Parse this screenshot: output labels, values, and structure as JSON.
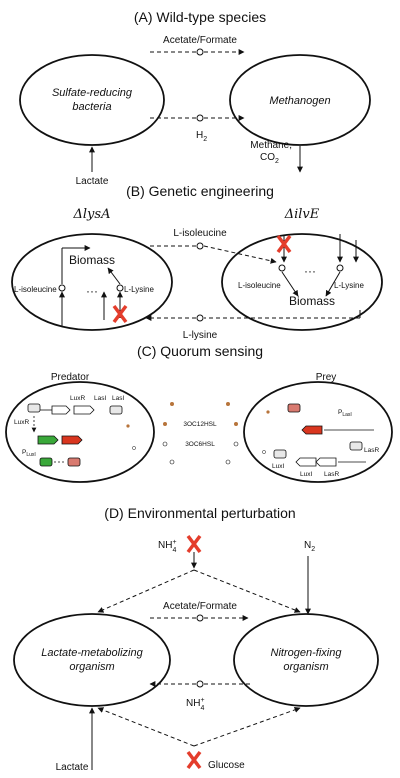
{
  "panels": {
    "a": {
      "title": "(A) Wild-type species",
      "left_cell": [
        "Sulfate-reducing",
        "bacteria"
      ],
      "right_cell": "Methanogen",
      "top_flux": "Acetate/Formate",
      "bottom_flux": "H",
      "bottom_flux_sub": "2",
      "input": "Lactate",
      "output": "Methane,",
      "output_line2": "CO",
      "output_line2_sub": "2"
    },
    "b": {
      "title": "(B) Genetic engineering",
      "left_strain": "ΔlysA",
      "right_strain": "ΔilvE",
      "top_flux": "L-isoleucine",
      "bottom_flux": "L-lysine",
      "biomass": "Biomass",
      "ileu": "L-isoleucine",
      "lys": "L-Lysine",
      "dots": "···"
    },
    "c": {
      "title": "(C) Quorum sensing",
      "predator": "Predator",
      "prey": "Prey",
      "signal_top": "3OC12HSL",
      "signal_bottom": "3OC6HSL",
      "genes_pred": {
        "luxr_a": "LuxR",
        "lasi_a": "LasI",
        "lasi_b": "LasI",
        "luxr_b": "LuxR",
        "pluxi": "P",
        "pluxi_sub": "LuxI"
      },
      "genes_prey": {
        "plasi": "P",
        "plasi_sub": "LasI",
        "lasr_a": "LasR",
        "luxi_a": "LuxI",
        "luxi_b": "LuxI",
        "lasr_b": "LasR"
      }
    },
    "d": {
      "title": "(D) Environmental perturbation",
      "left_cell": [
        "Lactate-metabolizing",
        "organism"
      ],
      "right_cell": [
        "Nitrogen-fixing",
        "organism"
      ],
      "top_flux": "Acetate/Formate",
      "bottom_flux": "NH",
      "bottom_flux_sub": "4",
      "bottom_flux_sup": "+",
      "nh4_top": "NH",
      "nh4_top_sub": "4",
      "nh4_top_sup": "+",
      "n2": "N",
      "n2_sub": "2",
      "input": "Lactate",
      "glucose": "Glucose"
    }
  },
  "colors": {
    "knockout": "#e43d2c",
    "green_gene": "#3aa83a",
    "red_gene": "#d9361f",
    "red_protein": "#d97a70",
    "signal_dot": "#b7743b"
  }
}
